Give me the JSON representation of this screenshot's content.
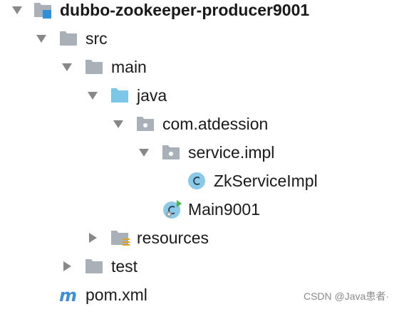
{
  "tree": {
    "items": [
      {
        "label": "dubbo-zookeeper-producer9001",
        "icon": "module-folder-icon",
        "expanded": true
      },
      {
        "label": "src",
        "icon": "folder-icon",
        "expanded": true
      },
      {
        "label": "main",
        "icon": "folder-icon",
        "expanded": true
      },
      {
        "label": "java",
        "icon": "source-folder-icon",
        "expanded": true
      },
      {
        "label": "com.atdession",
        "icon": "package-icon",
        "expanded": true
      },
      {
        "label": "service.impl",
        "icon": "package-icon",
        "expanded": true
      },
      {
        "label": "ZkServiceImpl",
        "icon": "class-icon"
      },
      {
        "label": "Main9001",
        "icon": "runnable-class-icon"
      },
      {
        "label": "resources",
        "icon": "resources-folder-icon",
        "expanded": false
      },
      {
        "label": "test",
        "icon": "folder-icon",
        "expanded": false
      },
      {
        "label": "pom.xml",
        "icon": "maven-icon"
      }
    ]
  },
  "colors": {
    "folder_gray": "#a9b0b8",
    "source_folder_blue": "#7cc7e8",
    "class_circle": "#8cc8e8",
    "run_green": "#4caf50",
    "maven_blue": "#3d8fd6"
  },
  "watermark": "CSDN @Java患者·"
}
